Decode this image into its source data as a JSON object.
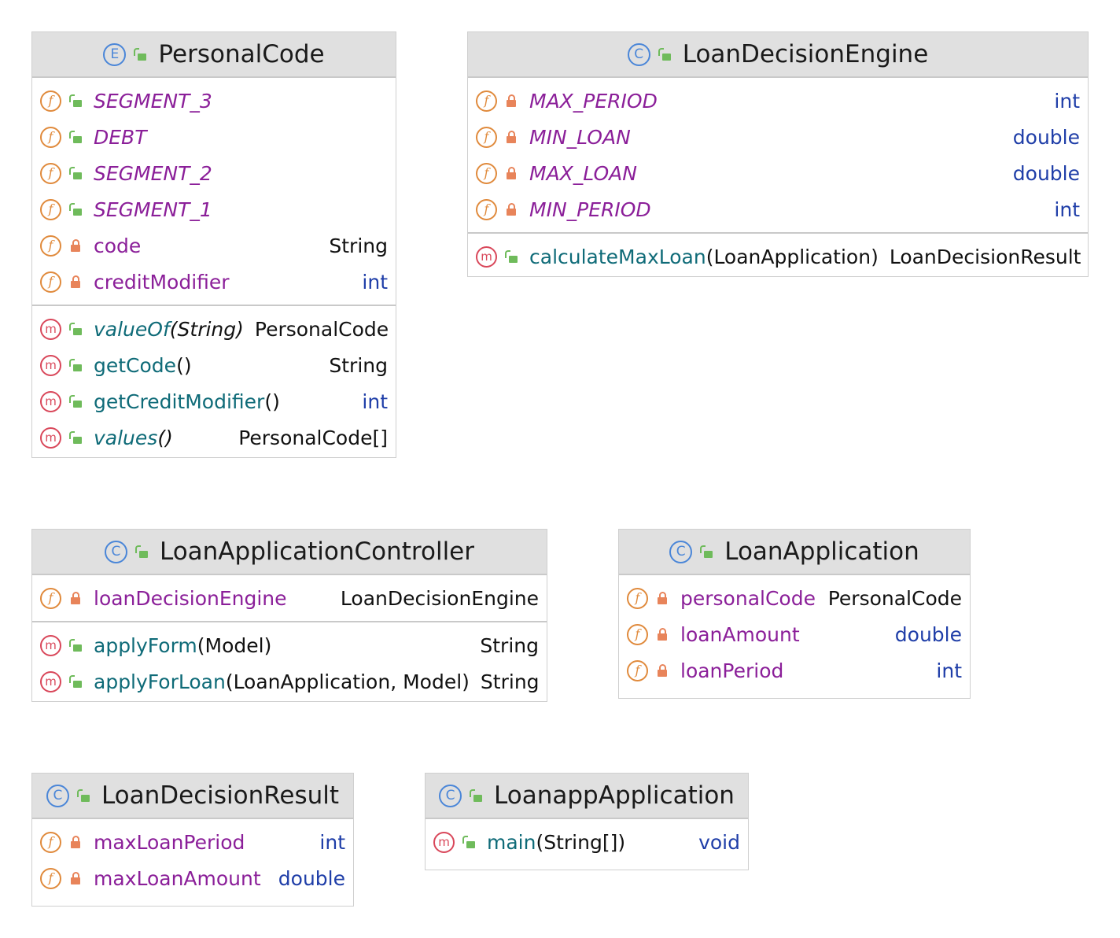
{
  "classes": [
    {
      "kind": "E",
      "name": "PersonalCode",
      "fields": [
        {
          "name": "SEGMENT_3",
          "type": "",
          "visibility": "public",
          "static": true
        },
        {
          "name": "DEBT",
          "type": "",
          "visibility": "public",
          "static": true
        },
        {
          "name": "SEGMENT_2",
          "type": "",
          "visibility": "public",
          "static": true
        },
        {
          "name": "SEGMENT_1",
          "type": "",
          "visibility": "public",
          "static": true
        },
        {
          "name": "code",
          "type": "String",
          "visibility": "private",
          "static": false
        },
        {
          "name": "creditModifier",
          "type": "int",
          "visibility": "private",
          "static": false
        }
      ],
      "methods": [
        {
          "name": "valueOf",
          "params": "(String)",
          "type": "PersonalCode",
          "visibility": "public",
          "static": true
        },
        {
          "name": "getCode",
          "params": "()",
          "type": "String",
          "visibility": "public",
          "static": false
        },
        {
          "name": "getCreditModifier",
          "params": "()",
          "type": "int",
          "visibility": "public",
          "static": false
        },
        {
          "name": "values",
          "params": "()",
          "type": "PersonalCode[]",
          "visibility": "public",
          "static": true
        }
      ]
    },
    {
      "kind": "C",
      "name": "LoanDecisionEngine",
      "fields": [
        {
          "name": "MAX_PERIOD",
          "type": "int",
          "visibility": "private",
          "static": true
        },
        {
          "name": "MIN_LOAN",
          "type": "double",
          "visibility": "private",
          "static": true
        },
        {
          "name": "MAX_LOAN",
          "type": "double",
          "visibility": "private",
          "static": true
        },
        {
          "name": "MIN_PERIOD",
          "type": "int",
          "visibility": "private",
          "static": true
        }
      ],
      "methods": [
        {
          "name": "calculateMaxLoan",
          "params": "(LoanApplication)",
          "type": "LoanDecisionResult",
          "visibility": "public",
          "static": false
        }
      ]
    },
    {
      "kind": "C",
      "name": "LoanApplicationController",
      "fields": [
        {
          "name": "loanDecisionEngine",
          "type": "LoanDecisionEngine",
          "visibility": "private",
          "static": false
        }
      ],
      "methods": [
        {
          "name": "applyForm",
          "params": "(Model)",
          "type": "String",
          "visibility": "public",
          "static": false
        },
        {
          "name": "applyForLoan",
          "params": "(LoanApplication, Model)",
          "type": "String",
          "visibility": "public",
          "static": false
        }
      ]
    },
    {
      "kind": "C",
      "name": "LoanApplication",
      "fields": [
        {
          "name": "personalCode",
          "type": "PersonalCode",
          "visibility": "private",
          "static": false
        },
        {
          "name": "loanAmount",
          "type": "double",
          "visibility": "private",
          "static": false
        },
        {
          "name": "loanPeriod",
          "type": "int",
          "visibility": "private",
          "static": false
        }
      ],
      "methods": []
    },
    {
      "kind": "C",
      "name": "LoanDecisionResult",
      "fields": [
        {
          "name": "maxLoanPeriod",
          "type": "int",
          "visibility": "private",
          "static": false
        },
        {
          "name": "maxLoanAmount",
          "type": "double",
          "visibility": "private",
          "static": false
        }
      ],
      "methods": []
    },
    {
      "kind": "C",
      "name": "LoanappApplication",
      "fields": [],
      "methods": [
        {
          "name": "main",
          "params": "(String[])",
          "type": "void",
          "visibility": "public",
          "static": false
        }
      ]
    }
  ],
  "member_icons": {
    "field": "f",
    "method": "m"
  },
  "colors": {
    "header_bg": "#e0e0e0",
    "field_name": "#8b1f99",
    "method_name": "#0f6b78",
    "primitive_type": "#1f3ea8",
    "field_icon": "#e08a3c",
    "method_icon": "#d9475a",
    "class_icon": "#4a86d8",
    "public_lock": "#6fbb5b",
    "private_lock": "#e8845a"
  }
}
